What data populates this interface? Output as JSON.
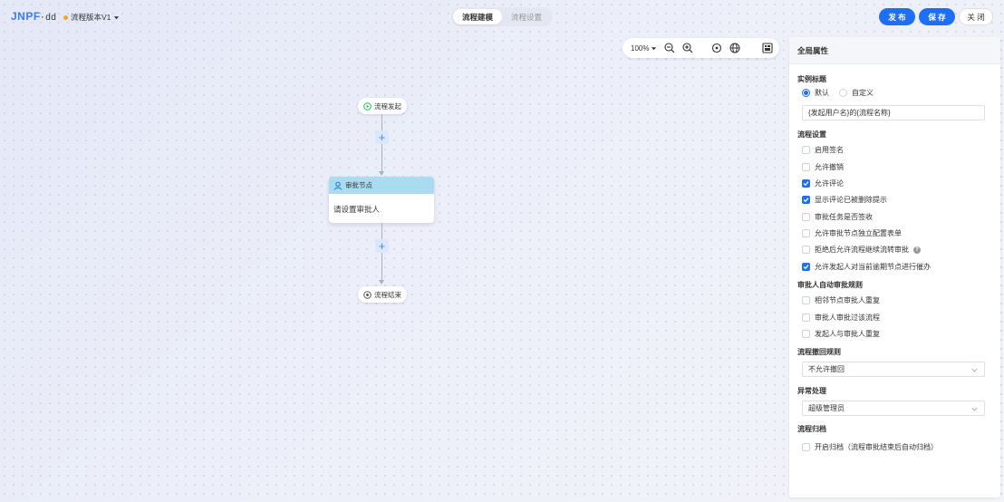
{
  "header": {
    "logo_main": "JNPF",
    "logo_sep": "·",
    "logo_sub": "dd",
    "version_label": "流程版本V1",
    "tabs": [
      {
        "label": "流程建模",
        "active": true
      },
      {
        "label": "流程设置",
        "active": false
      }
    ],
    "buttons": {
      "publish": "发 布",
      "save": "保 存",
      "close": "关 闭"
    }
  },
  "toolbar": {
    "zoom_value": "100%"
  },
  "canvas": {
    "start_node": "流程发起",
    "approval_node": {
      "title": "审批节点",
      "body": "请设置审批人"
    },
    "end_node": "流程结束"
  },
  "panel": {
    "title": "全局属性",
    "instance_title": {
      "label": "实例标题",
      "options": [
        {
          "label": "默认",
          "selected": true
        },
        {
          "label": "自定义",
          "selected": false
        }
      ],
      "value": "{发起用户名}的{流程名称}"
    },
    "flow_settings": {
      "label": "流程设置",
      "items": [
        {
          "label": "启用签名",
          "checked": false
        },
        {
          "label": "允许撤销",
          "checked": false
        },
        {
          "label": "允许评论",
          "checked": true
        },
        {
          "label": "显示评论已被删除提示",
          "checked": true
        },
        {
          "label": "审批任务是否签收",
          "checked": false
        },
        {
          "label": "允许审批节点独立配置表单",
          "checked": false
        },
        {
          "label": "拒绝后允许流程继续流转审批",
          "checked": false
        },
        {
          "label": "允许发起人对当前逾期节点进行催办",
          "checked": true
        }
      ]
    },
    "auto_approve": {
      "label": "审批人自动审批规则",
      "items": [
        {
          "label": "相邻节点审批人重复",
          "checked": false
        },
        {
          "label": "审批人审批过该流程",
          "checked": false
        },
        {
          "label": "发起人与审批人重复",
          "checked": false
        }
      ]
    },
    "revoke_rule": {
      "label": "流程撤回规则",
      "value": "不允许撤回"
    },
    "exception": {
      "label": "异常处理",
      "value": "超级管理员"
    },
    "archive": {
      "label": "流程归档",
      "items": [
        {
          "label": "开启归档（流程审批结束后自动归档）",
          "checked": false
        }
      ]
    }
  },
  "colors": {
    "primary": "#1f6ff5",
    "approval_header": "#a9dcf0",
    "start_icon": "#34c26b"
  }
}
